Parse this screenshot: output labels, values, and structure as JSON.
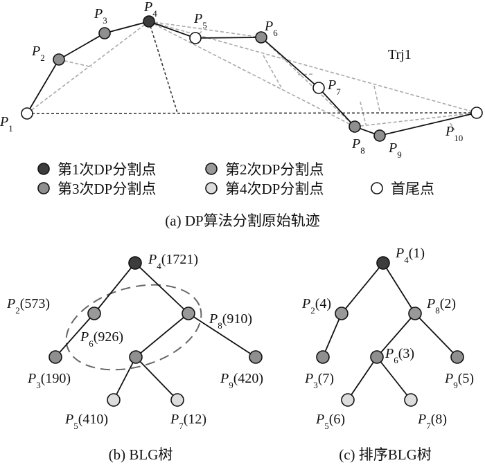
{
  "colors": {
    "first": "#3d3d3d",
    "second": "#999999",
    "third": "#8f8f8f",
    "fourth": "#dddddd",
    "endpoint": "#ffffff"
  },
  "panel_a": {
    "trajectory_label": "Trj1",
    "points": [
      {
        "id": "p1",
        "name": "P",
        "sub": "1",
        "level": "endpoint"
      },
      {
        "id": "p2",
        "name": "P",
        "sub": "2",
        "level": "third"
      },
      {
        "id": "p3",
        "name": "P",
        "sub": "3",
        "level": "third"
      },
      {
        "id": "p4",
        "name": "P",
        "sub": "4",
        "level": "first"
      },
      {
        "id": "p5",
        "name": "P",
        "sub": "5",
        "level": "endpoint"
      },
      {
        "id": "p6",
        "name": "P",
        "sub": "6",
        "level": "third"
      },
      {
        "id": "p7",
        "name": "P",
        "sub": "7",
        "level": "endpoint"
      },
      {
        "id": "p8",
        "name": "P",
        "sub": "8",
        "level": "third"
      },
      {
        "id": "p9",
        "name": "P",
        "sub": "9",
        "level": "third"
      },
      {
        "id": "p10",
        "name": "P",
        "sub": "10",
        "level": "endpoint"
      }
    ],
    "legend": [
      {
        "level": "first",
        "label": "第1次DP分割点"
      },
      {
        "level": "second",
        "label": "第2次DP分割点"
      },
      {
        "level": "third",
        "label": "第3次DP分割点"
      },
      {
        "level": "fourth",
        "label": "第4次DP分割点"
      },
      {
        "level": "endpoint",
        "label": "首尾点"
      }
    ],
    "caption": "(a) DP算法分割原始轨迹"
  },
  "panel_b": {
    "nodes": [
      {
        "name": "P",
        "sub": "4",
        "value": "(1721)"
      },
      {
        "name": "P",
        "sub": "2",
        "value": "(573)"
      },
      {
        "name": "P",
        "sub": "8",
        "value": "(910)"
      },
      {
        "name": "P",
        "sub": "6",
        "value": "(926)"
      },
      {
        "name": "P",
        "sub": "3",
        "value": "(190)"
      },
      {
        "name": "P",
        "sub": "9",
        "value": "(420)"
      },
      {
        "name": "P",
        "sub": "5",
        "value": "(410)"
      },
      {
        "name": "P",
        "sub": "7",
        "value": "(12)"
      }
    ],
    "caption": "(b) BLG树"
  },
  "panel_c": {
    "nodes": [
      {
        "name": "P",
        "sub": "4",
        "value": "(1)"
      },
      {
        "name": "P",
        "sub": "2",
        "value": "(4)"
      },
      {
        "name": "P",
        "sub": "8",
        "value": "(2)"
      },
      {
        "name": "P",
        "sub": "6",
        "value": "(3)"
      },
      {
        "name": "P",
        "sub": "3",
        "value": "(7)"
      },
      {
        "name": "P",
        "sub": "9",
        "value": "(5)"
      },
      {
        "name": "P",
        "sub": "5",
        "value": "(6)"
      },
      {
        "name": "P",
        "sub": "7",
        "value": "(8)"
      }
    ],
    "caption": "(c) 排序BLG树"
  }
}
